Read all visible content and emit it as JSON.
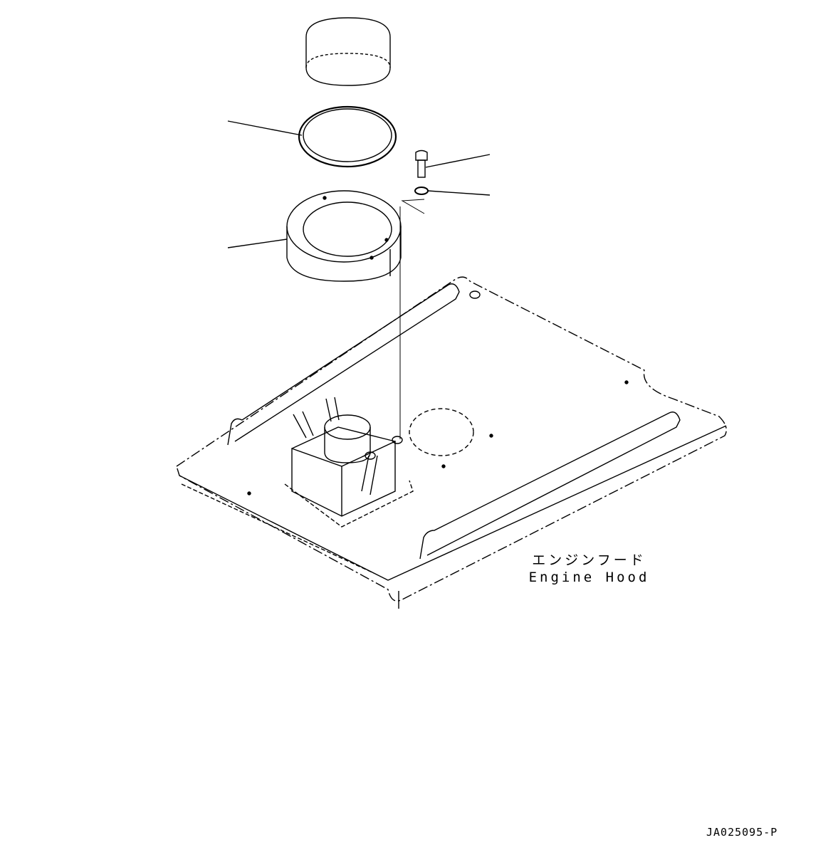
{
  "labels": {
    "part_name_jp": "エンジンフード",
    "part_name_en": "Engine Hood"
  },
  "drawing_code": "JA025095-P",
  "colors": {
    "line": "#000000",
    "background": "#ffffff"
  }
}
